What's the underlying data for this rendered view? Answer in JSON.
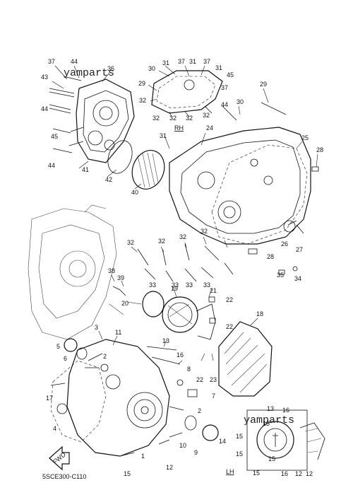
{
  "diagram": {
    "code": "5SCE300-C110",
    "watermark": "yamparts",
    "views": {
      "right": "RH",
      "left": "LH"
    },
    "fwd_label": "FWD"
  },
  "callouts": [
    "37",
    "44",
    "36",
    "43",
    "44",
    "45",
    "44",
    "41",
    "42",
    "40",
    "30",
    "31",
    "37",
    "31",
    "37",
    "31",
    "45",
    "29",
    "37",
    "32",
    "32",
    "32",
    "32",
    "44",
    "32",
    "30",
    "29",
    "31",
    "24",
    "25",
    "28",
    "32",
    "32",
    "32",
    "32",
    "33",
    "33",
    "33",
    "33",
    "28",
    "26",
    "27",
    "35",
    "34",
    "38",
    "39",
    "20",
    "19",
    "21",
    "22",
    "22",
    "3",
    "11",
    "5",
    "6",
    "2",
    "13",
    "16",
    "18",
    "8",
    "22",
    "23",
    "7",
    "17",
    "4",
    "2",
    "10",
    "9",
    "14",
    "1",
    "12",
    "15",
    "13",
    "16",
    "15",
    "15",
    "15",
    "15",
    "16",
    "12",
    "12",
    "15"
  ]
}
